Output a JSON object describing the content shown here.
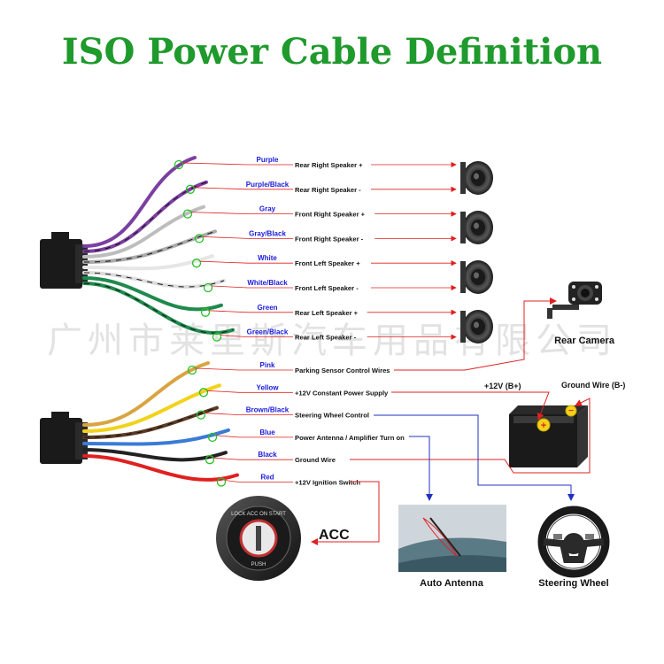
{
  "title": "ISO Power Cable Definition",
  "watermark": "广州市莱里斯汽车用品有限公司",
  "connector_a": [
    {
      "color_name": "Purple",
      "function": "Rear Right Speaker +",
      "wire": "#7b3fa1"
    },
    {
      "color_name": "Purple/Black",
      "function": "Rear Right Speaker -",
      "wire": "#7b3fa1"
    },
    {
      "color_name": "Gray",
      "function": "Front Right Speaker +",
      "wire": "#bdbdbd"
    },
    {
      "color_name": "Gray/Black",
      "function": "Front Right Speaker -",
      "wire": "#aaaaaa"
    },
    {
      "color_name": "White",
      "function": "Front Left Speaker +",
      "wire": "#e6e6e6"
    },
    {
      "color_name": "White/Black",
      "function": "Front Left Speaker -",
      "wire": "#dcdcdc"
    },
    {
      "color_name": "Green",
      "function": "Rear Left Speaker +",
      "wire": "#1f8a4d"
    },
    {
      "color_name": "Green/Black",
      "function": "Rear Left Speaker -",
      "wire": "#1f8a4d"
    }
  ],
  "connector_b": [
    {
      "color_name": "Pink",
      "function": "Parking Sensor Control Wires",
      "wire": "#d9a441"
    },
    {
      "color_name": "Yellow",
      "function": "+12V Constant Power Supply",
      "wire": "#f2d21a"
    },
    {
      "color_name": "Brown/Black",
      "function": "Steering Wheel Control",
      "wire": "#5a3a22"
    },
    {
      "color_name": "Blue",
      "function": "Power Antenna / Amplifier Turn on",
      "wire": "#3a7bd5"
    },
    {
      "color_name": "Black",
      "function": "Ground Wire",
      "wire": "#222222"
    },
    {
      "color_name": "Red",
      "function": "+12V  Ignition Switch",
      "wire": "#e02020"
    }
  ],
  "devices": {
    "rear_camera": "Rear Camera",
    "battery_positive": "+12V  (B+)",
    "battery_ground": "Ground Wire (B-)",
    "acc": "ACC",
    "auto_antenna": "Auto Antenna",
    "steering_wheel": "Steering Wheel",
    "acc_switch_text": "LOCK ACC ON START",
    "acc_push": "PUSH"
  },
  "colors": {
    "title": "#1f9a2c",
    "wire_label": "#1a1adb",
    "signal_line": "#e02020",
    "control_line": "#2030c0",
    "marker": "#28c028"
  }
}
